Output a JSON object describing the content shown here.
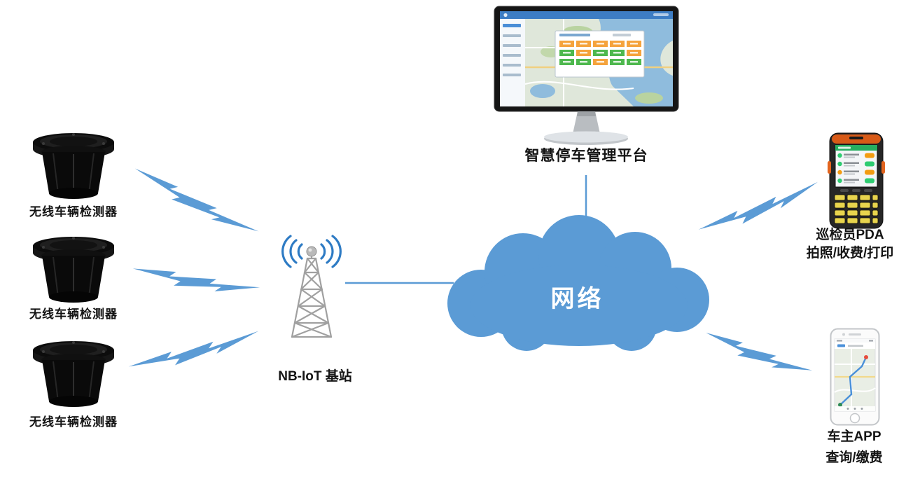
{
  "diagram": {
    "detectors": [
      {
        "label": "无线车辆检测器"
      },
      {
        "label": "无线车辆检测器"
      },
      {
        "label": "无线车辆检测器"
      }
    ],
    "base_station": {
      "label": "NB-IoT 基站"
    },
    "cloud": {
      "label": "网络"
    },
    "platform": {
      "label": "智慧停车管理平台"
    },
    "pda": {
      "name": "巡检员PDA",
      "functions": "拍照/收费/打印"
    },
    "app": {
      "name": "车主APP",
      "functions": "查询/缴费"
    },
    "colors": {
      "accent": "#5b9bd5"
    }
  }
}
